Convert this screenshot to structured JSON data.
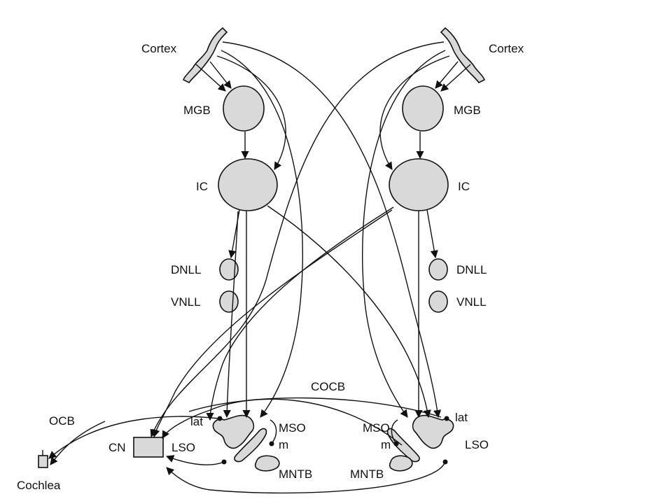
{
  "labels": {
    "cortex_left": "Cortex",
    "cortex_right": "Cortex",
    "mgb_left": "MGB",
    "mgb_right": "MGB",
    "ic_left": "IC",
    "ic_right": "IC",
    "dnll_left": "DNLL",
    "dnll_right": "DNLL",
    "vnll_left": "VNLL",
    "vnll_right": "VNLL",
    "cocb": "COCB",
    "ocb": "OCB",
    "cn": "CN",
    "cochlea": "Cochlea",
    "lat_left": "lat",
    "lat_right": "lat",
    "lso_left": "LSO",
    "lso_right": "LSO",
    "mso_left": "MSO",
    "mso_right": "MSO",
    "m_left": "m",
    "m_right": "m",
    "mntb_left": "MNTB",
    "mntb_right": "MNTB"
  },
  "colors": {
    "nucleus_fill": "#d9d9d9",
    "line": "#111111",
    "background": "#ffffff"
  }
}
